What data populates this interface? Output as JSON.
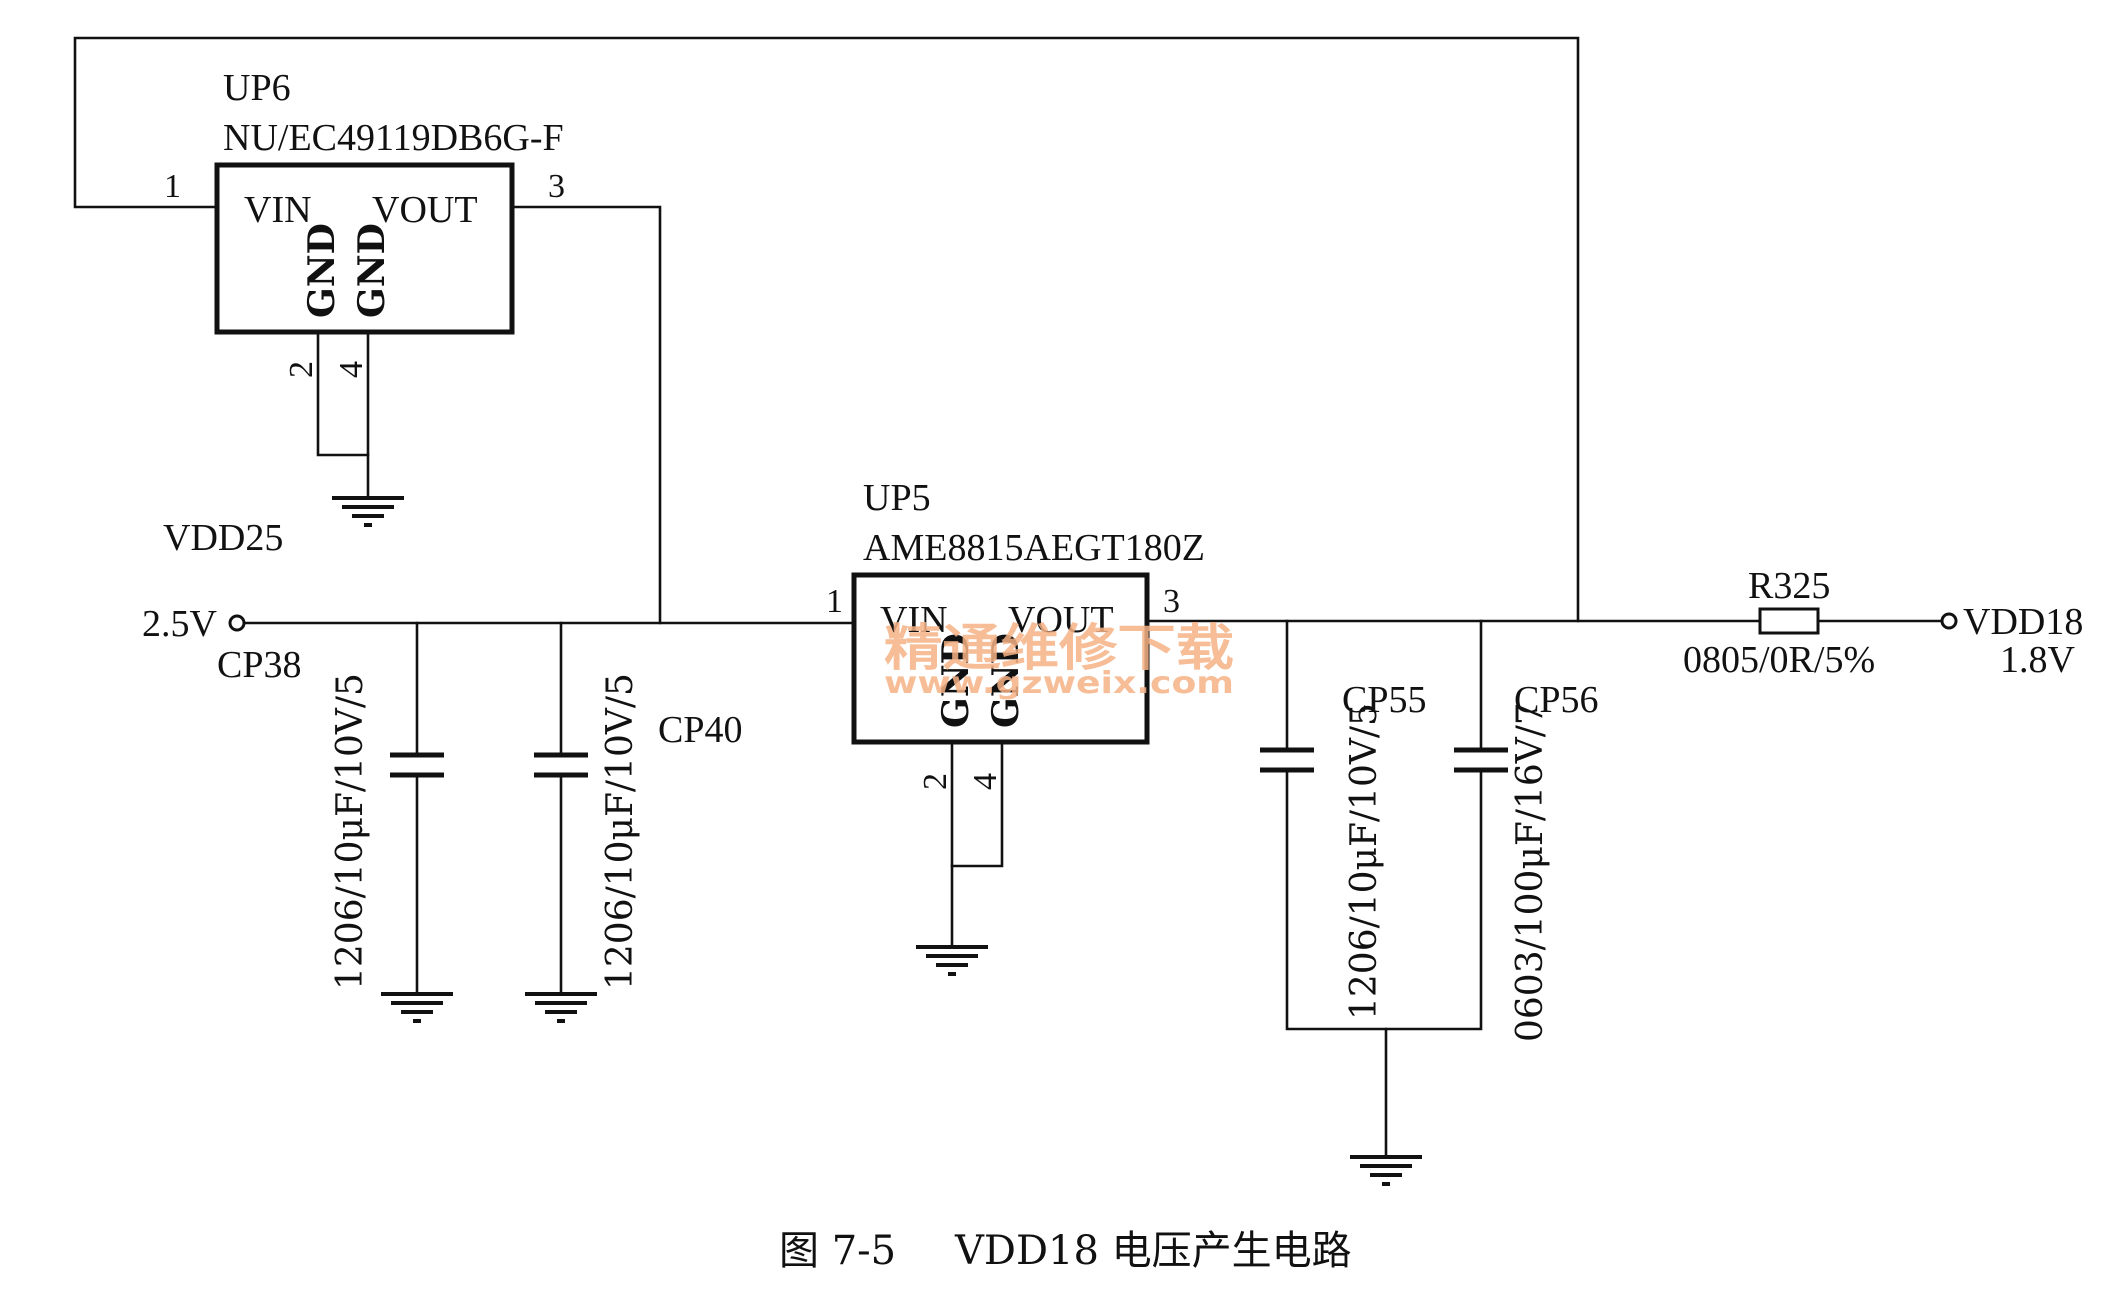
{
  "caption": {
    "figure_no": "图 7-5",
    "title": "VDD18 电压产生电路"
  },
  "watermark": {
    "line1": "精通维修下载",
    "line2": "www.gzweix.com",
    "color": "#f5b286"
  },
  "components": {
    "up6": {
      "ref": "UP6",
      "part": "NU/EC49119DB6G-F",
      "pin_in_label": "VIN",
      "pin_out_label": "VOUT",
      "gnd_label_a": "GND",
      "gnd_label_b": "GND",
      "pin_in_no": "1",
      "pin_out_no": "3",
      "pin_gnd_a_no": "2",
      "pin_gnd_b_no": "4"
    },
    "up5": {
      "ref": "UP5",
      "part": "AME8815AEGT180Z",
      "pin_in_label": "VIN",
      "pin_out_label": "VOUT",
      "gnd_label_a": "GND",
      "gnd_label_b": "GND",
      "pin_in_no": "1",
      "pin_out_no": "3",
      "pin_gnd_a_no": "2",
      "pin_gnd_b_no": "4"
    },
    "cp38": {
      "ref": "CP38",
      "value": "1206/10μF/10V/5"
    },
    "cp40": {
      "ref": "CP40",
      "value": "1206/10μF/10V/5"
    },
    "cp55": {
      "ref": "CP55",
      "value": "1206/10μF/10V/5"
    },
    "cp56": {
      "ref": "CP56",
      "value": "0603/100μF/16V/7"
    },
    "r325": {
      "ref": "R325",
      "value": "0805/0R/5%"
    }
  },
  "nets": {
    "input_net": "VDD25",
    "input_voltage": "2.5V",
    "output_net": "VDD18",
    "output_voltage": "1.8V"
  }
}
